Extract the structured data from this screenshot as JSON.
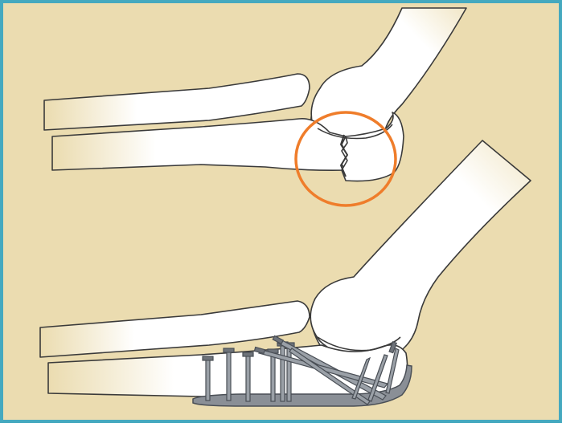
{
  "figure": {
    "panels": [
      {
        "id": "fracture-view",
        "highlight": "fracture-site"
      },
      {
        "id": "fixation-view",
        "hardware": "plate-and-screws"
      }
    ]
  },
  "colors": {
    "background": "#ebdcb0",
    "frame": "#45a9bf",
    "bone_fill": "#ffffff",
    "bone_outline": "#3a3a3a",
    "bone_shade": "#f1e6c6",
    "fracture_circle": "#ef7d2b",
    "metal": "#8a8f96",
    "metal_dark": "#4a4f56"
  }
}
